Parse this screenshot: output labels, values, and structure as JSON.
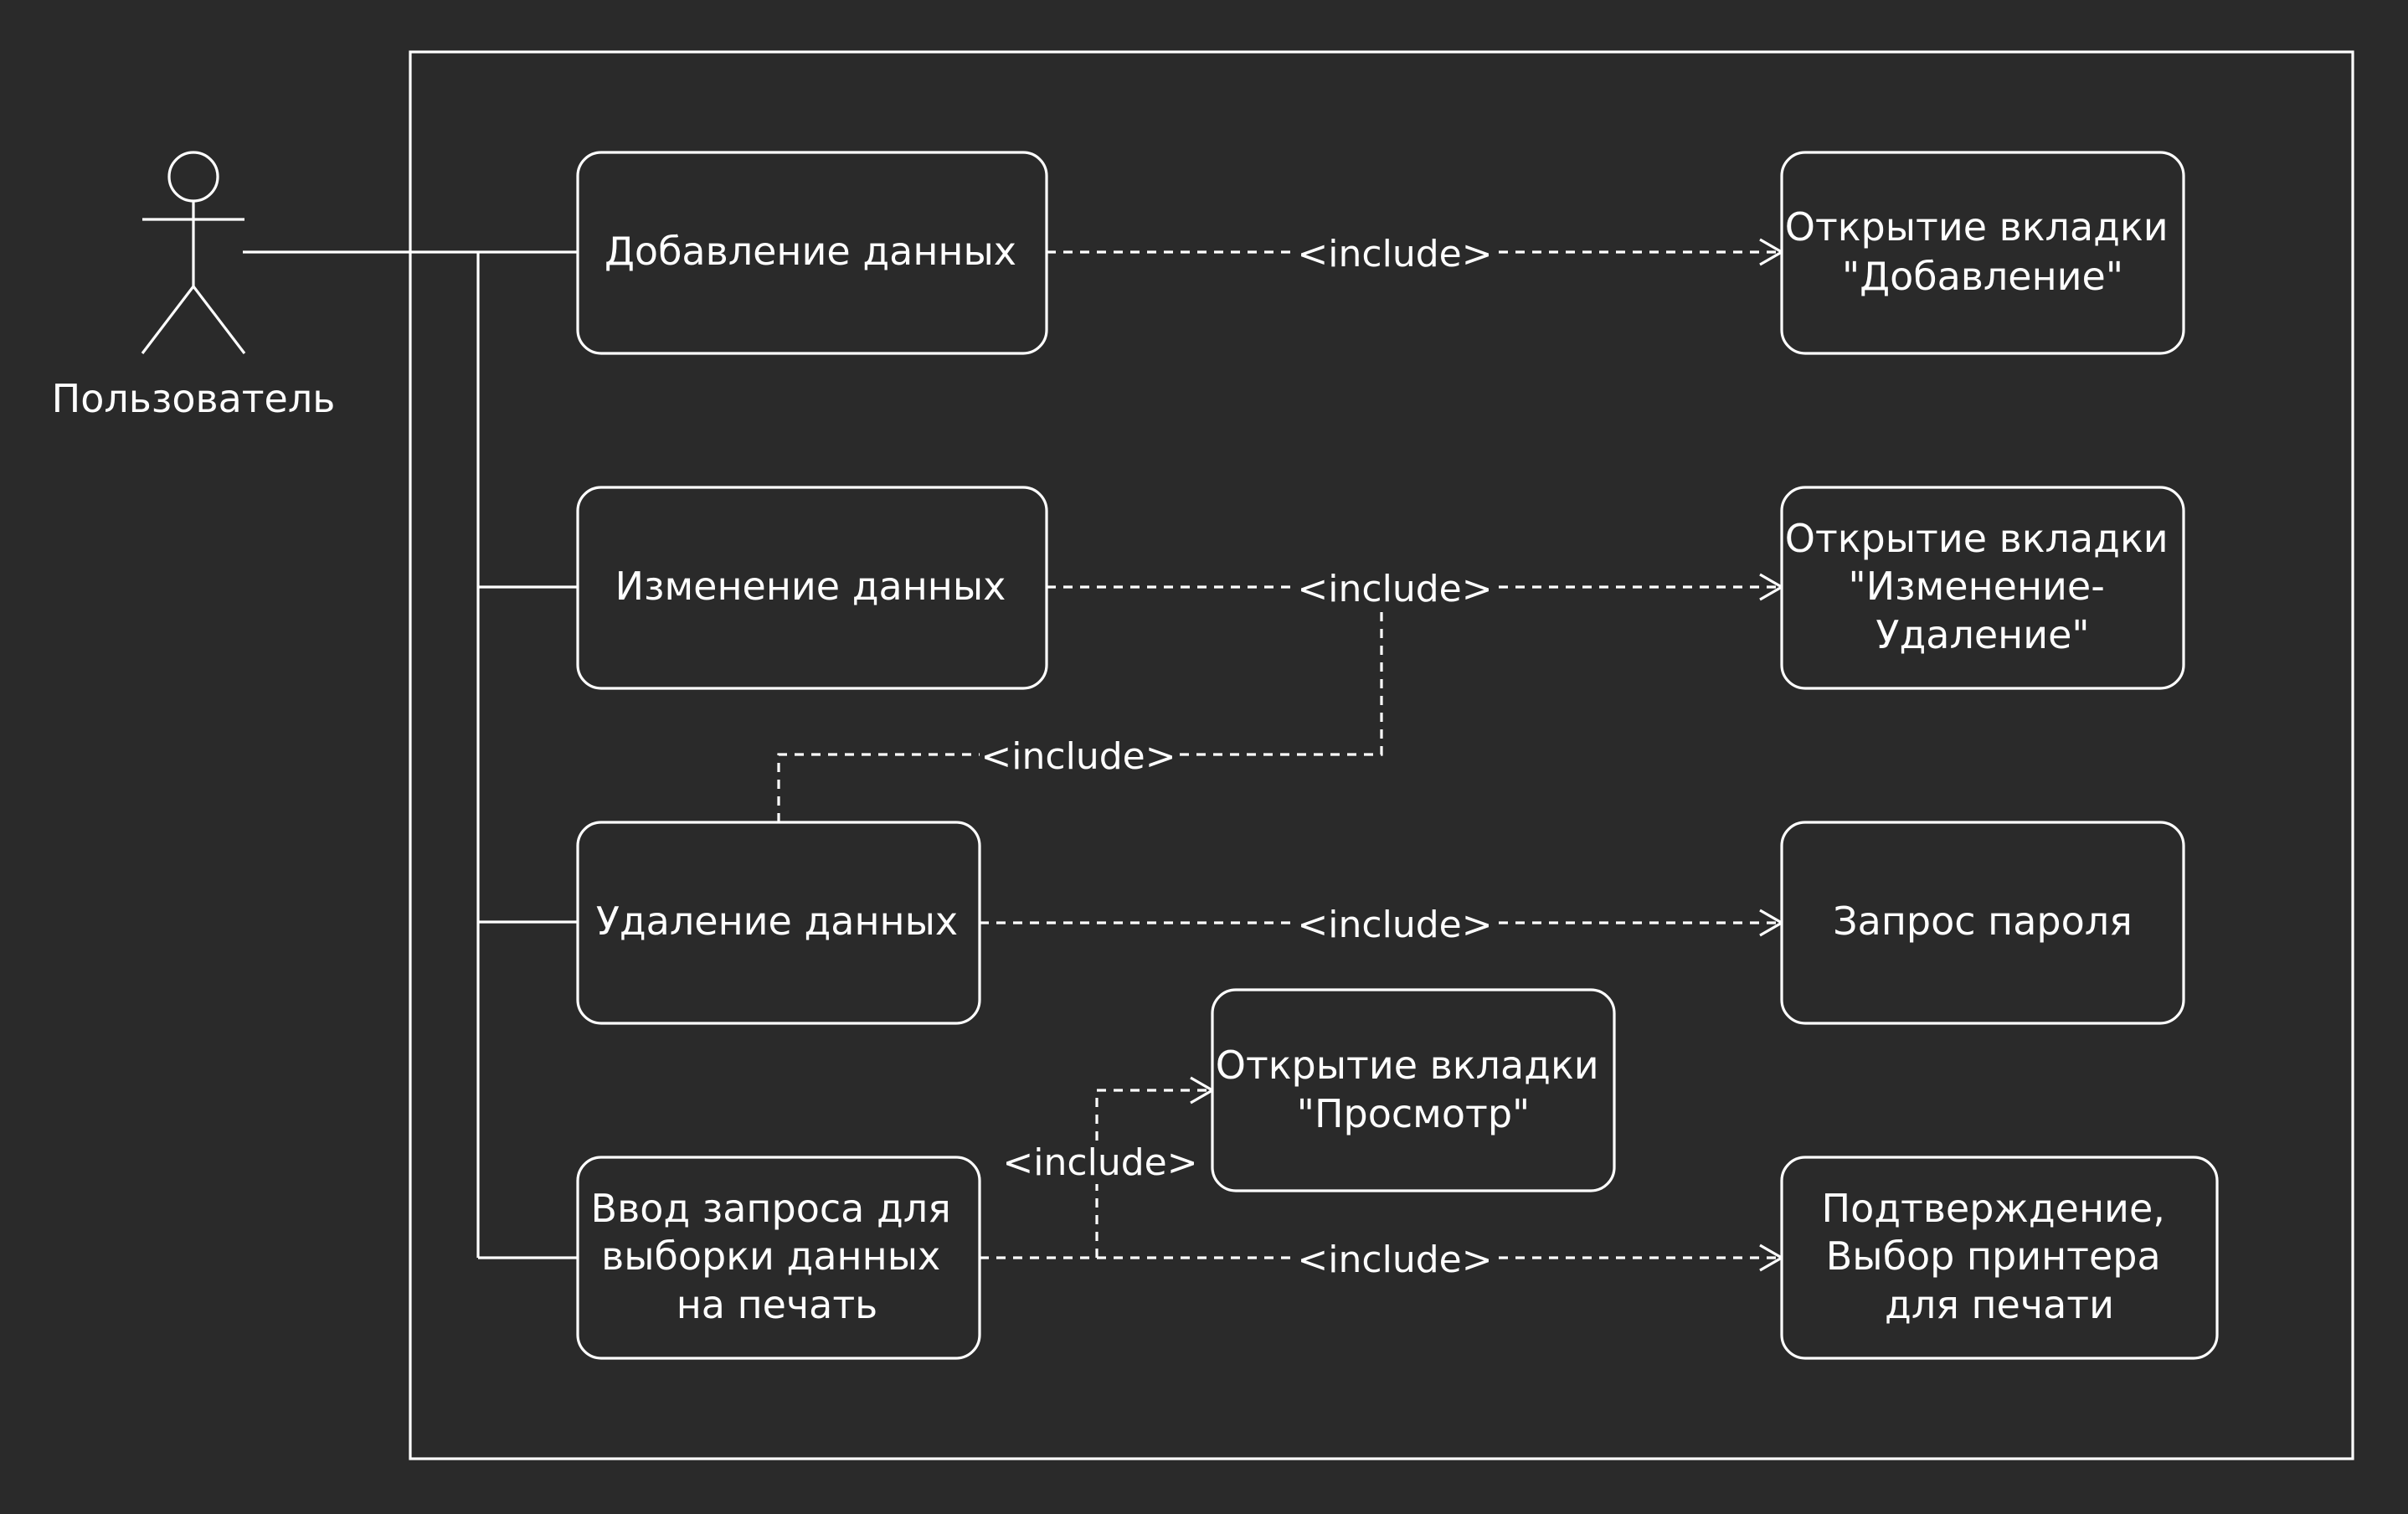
{
  "actor": {
    "name": "Пользователь"
  },
  "use_cases": {
    "add": [
      "Добавление данных"
    ],
    "edit": [
      "Изменение данных"
    ],
    "delete": [
      "Удаление данных"
    ],
    "print_query": [
      "Ввод запроса для",
      "выборки данных",
      "на печать"
    ],
    "tab_add": [
      "Открытие вкладки",
      "\"Добавление\""
    ],
    "tab_edit_delete": [
      "Открытие вкладки",
      "\"Изменение-",
      "Удаление\""
    ],
    "password": [
      "Запрос пароля"
    ],
    "tab_view": [
      "Открытие вкладки",
      "\"Просмотр\""
    ],
    "print_confirm": [
      "Подтверждение,",
      "Выбор принтера",
      "для печати"
    ]
  },
  "relations": {
    "include_label": "<include>"
  }
}
